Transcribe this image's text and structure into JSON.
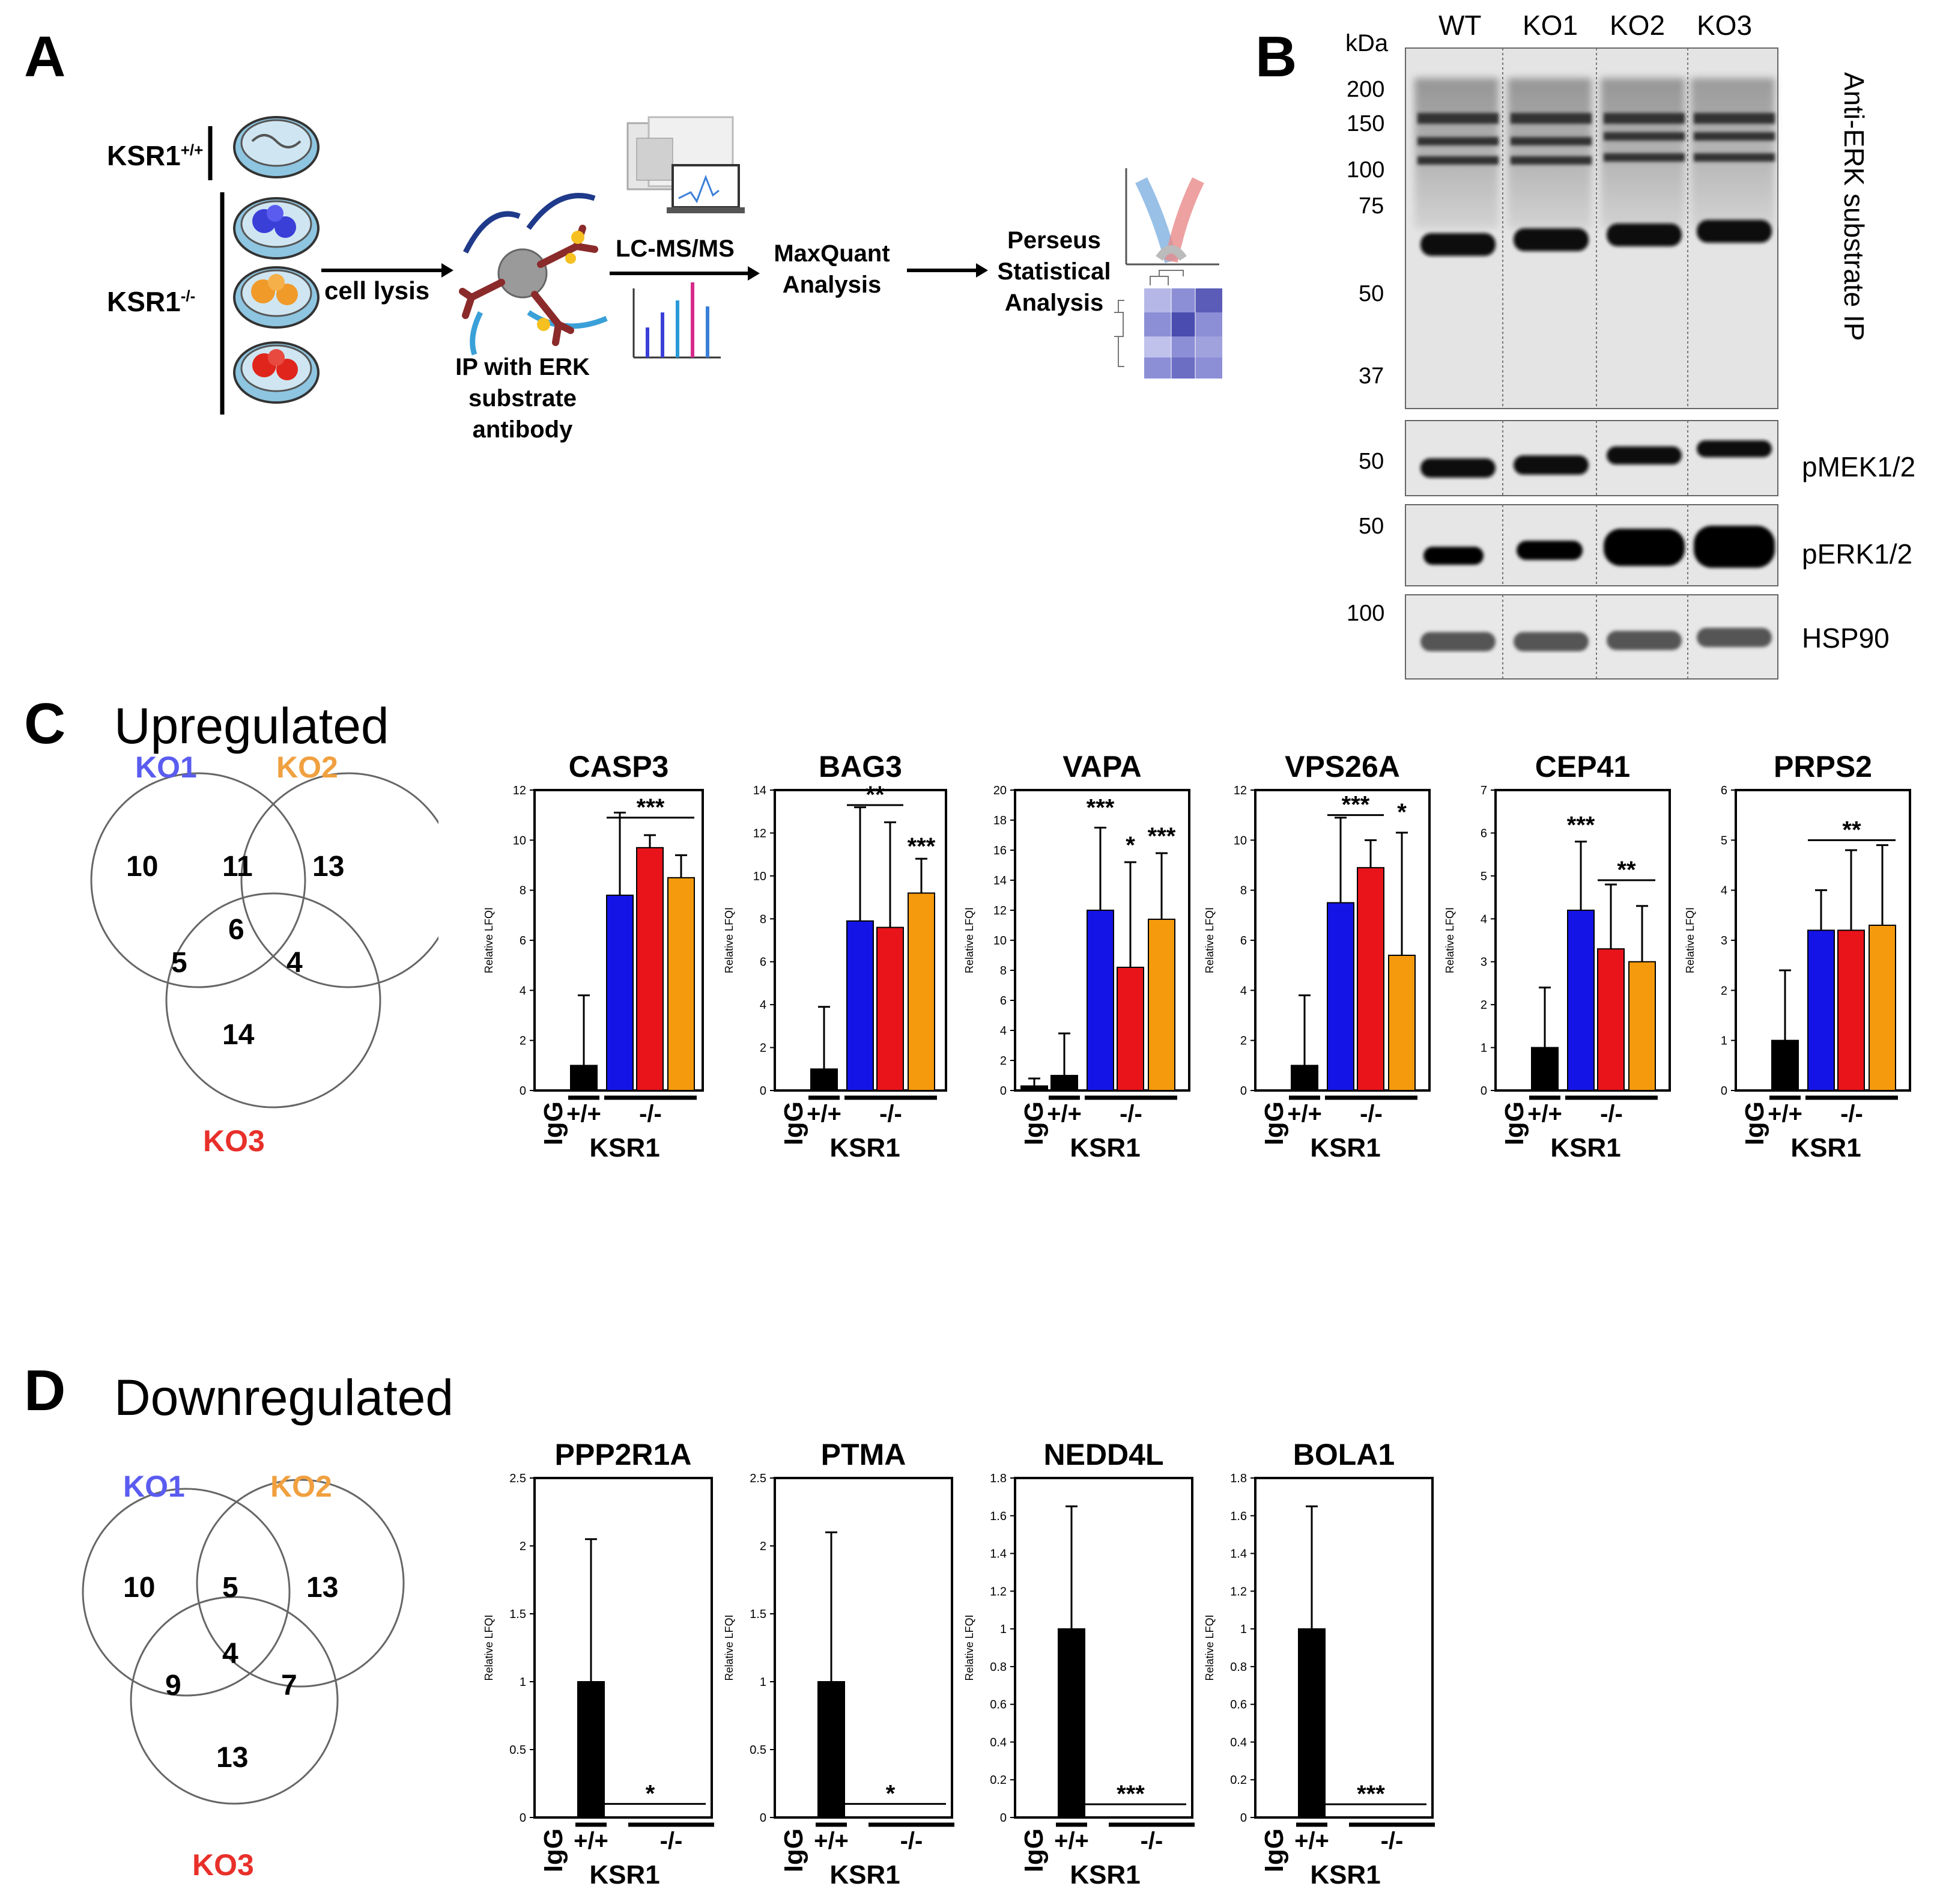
{
  "panels": {
    "A": "A",
    "B": "B",
    "C": "C",
    "D": "D"
  },
  "workflow": {
    "wt_label_main": "KSR1",
    "wt_label_sup": "+/+",
    "ko_label_main": "KSR1",
    "ko_label_sup": "-/-",
    "step_lysis": "cell lysis",
    "step_ip": [
      "IP with ERK",
      "substrate",
      "antibody"
    ],
    "step_lcms": "LC-MS/MS",
    "step_maxquant": [
      "MaxQuant",
      "Analysis"
    ],
    "step_perseus": [
      "Perseus",
      "Statistical",
      "Analysis"
    ],
    "colors": {
      "ko_blue": "#3a3fd8",
      "ko_orange": "#f09a2a",
      "ko_red": "#e0261c",
      "dish": "#8ec5e0"
    }
  },
  "blot": {
    "lanes": [
      "WT",
      "KO1",
      "KO2",
      "KO3"
    ],
    "kda_label": "kDa",
    "ip_markers": [
      "200",
      "150",
      "100",
      "75",
      "50",
      "37"
    ],
    "ip_label": "Anti-ERK substrate IP",
    "strips": [
      {
        "label": "pMEK1/2",
        "marker": "50"
      },
      {
        "label": "pERK1/2",
        "marker": "50"
      },
      {
        "label": "HSP90",
        "marker": "100"
      }
    ]
  },
  "upregulated": {
    "title": "Upregulated",
    "venn": {
      "KO1": "KO1",
      "KO2": "KO2",
      "KO3": "KO3",
      "only1": "10",
      "only2": "13",
      "only3": "14",
      "ab": "11",
      "ac": "5",
      "bc": "4",
      "abc": "6",
      "colors": {
        "KO1": "#5a5cf0",
        "KO2": "#f0a040",
        "KO3": "#e8302a"
      }
    }
  },
  "downregulated": {
    "title": "Downregulated",
    "venn": {
      "KO1": "KO1",
      "KO2": "KO2",
      "KO3": "KO3",
      "only1": "10",
      "only2": "13",
      "only3": "13",
      "ab": "5",
      "ac": "9",
      "bc": "7",
      "abc": "4",
      "colors": {
        "KO1": "#5a5cf0",
        "KO2": "#f0a040",
        "KO3": "#e8302a"
      }
    }
  },
  "chart_data": [
    {
      "type": "bar",
      "title": "CASP3",
      "ylabel": "Relative LFQI",
      "ylim": [
        0,
        12
      ],
      "yticks": [
        "0",
        "2",
        "4",
        "6",
        "8",
        "10",
        "12"
      ],
      "categories": [
        "IgG",
        "+/+",
        "-/-",
        "-/-",
        "-/-"
      ],
      "values": [
        0,
        1.0,
        7.8,
        9.7,
        8.5
      ],
      "errors": [
        0,
        2.8,
        3.3,
        0.5,
        0.9
      ],
      "colors": [
        "#000000",
        "#000000",
        "#1414e6",
        "#e8141a",
        "#f59a0c"
      ],
      "annotations": [
        {
          "text": "***",
          "type": "bracket",
          "from": 2,
          "to": 4,
          "y": 10.9
        }
      ],
      "x_group_labels": {
        "igg": "IgG",
        "wt": "+/+",
        "ko": "-/-",
        "gene": "KSR1"
      }
    },
    {
      "type": "bar",
      "title": "BAG3",
      "ylabel": "Relative LFQI",
      "ylim": [
        0,
        14
      ],
      "yticks": [
        "0",
        "2",
        "4",
        "6",
        "8",
        "10",
        "12",
        "14"
      ],
      "categories": [
        "IgG",
        "+/+",
        "-/-",
        "-/-",
        "-/-"
      ],
      "values": [
        0,
        1.0,
        7.9,
        7.6,
        9.2
      ],
      "errors": [
        0,
        2.9,
        5.3,
        4.9,
        1.6
      ],
      "colors": [
        "#000000",
        "#000000",
        "#1414e6",
        "#e8141a",
        "#f59a0c"
      ],
      "annotations": [
        {
          "text": "**",
          "type": "bracket",
          "from": 2,
          "to": 3,
          "y": 13.3
        },
        {
          "text": "***",
          "type": "single",
          "from": 4,
          "y": 11.0
        }
      ],
      "x_group_labels": {
        "igg": "IgG",
        "wt": "+/+",
        "ko": "-/-",
        "gene": "KSR1"
      }
    },
    {
      "type": "bar",
      "title": "VAPA",
      "ylabel": "Relative LFQI",
      "ylim": [
        0,
        20
      ],
      "yticks": [
        "0",
        "2",
        "4",
        "6",
        "8",
        "10",
        "12",
        "14",
        "16",
        "18",
        "20"
      ],
      "categories": [
        "IgG",
        "+/+",
        "-/-",
        "-/-",
        "-/-"
      ],
      "values": [
        0.3,
        1.0,
        12.0,
        8.2,
        11.4
      ],
      "errors": [
        0.5,
        2.8,
        5.5,
        7.0,
        4.4
      ],
      "colors": [
        "#000000",
        "#000000",
        "#1414e6",
        "#e8141a",
        "#f59a0c"
      ],
      "annotations": [
        {
          "text": "***",
          "type": "single",
          "from": 2,
          "y": 18.3
        },
        {
          "text": "*",
          "type": "single",
          "from": 3,
          "y": 15.8
        },
        {
          "text": "***",
          "type": "single",
          "from": 4,
          "y": 16.4
        }
      ],
      "x_group_labels": {
        "igg": "IgG",
        "wt": "+/+",
        "ko": "-/-",
        "gene": "KSR1"
      }
    },
    {
      "type": "bar",
      "title": "VPS26A",
      "ylabel": "Relative LFQI",
      "ylim": [
        0,
        12
      ],
      "yticks": [
        "0",
        "2",
        "4",
        "6",
        "8",
        "10",
        "12"
      ],
      "categories": [
        "IgG",
        "+/+",
        "-/-",
        "-/-",
        "-/-"
      ],
      "values": [
        0,
        1.0,
        7.5,
        8.9,
        5.4
      ],
      "errors": [
        0,
        2.8,
        3.4,
        1.1,
        4.9
      ],
      "colors": [
        "#000000",
        "#000000",
        "#1414e6",
        "#e8141a",
        "#f59a0c"
      ],
      "annotations": [
        {
          "text": "***",
          "type": "bracket",
          "from": 2,
          "to": 3,
          "y": 11.0
        },
        {
          "text": "*",
          "type": "single",
          "from": 4,
          "y": 10.8
        }
      ],
      "x_group_labels": {
        "igg": "IgG",
        "wt": "+/+",
        "ko": "-/-",
        "gene": "KSR1"
      }
    },
    {
      "type": "bar",
      "title": "CEP41",
      "ylabel": "Relative LFQI",
      "ylim": [
        0,
        7
      ],
      "yticks": [
        "0",
        "1",
        "2",
        "3",
        "4",
        "5",
        "6",
        "7"
      ],
      "categories": [
        "IgG",
        "+/+",
        "-/-",
        "-/-",
        "-/-"
      ],
      "values": [
        0,
        1.0,
        4.2,
        3.3,
        3.0
      ],
      "errors": [
        0,
        1.4,
        1.6,
        1.5,
        1.3
      ],
      "colors": [
        "#000000",
        "#000000",
        "#1414e6",
        "#e8141a",
        "#f59a0c"
      ],
      "annotations": [
        {
          "text": "***",
          "type": "single",
          "from": 2,
          "y": 6.0
        },
        {
          "text": "**",
          "type": "bracket",
          "from": 3,
          "to": 4,
          "y": 4.9
        }
      ],
      "x_group_labels": {
        "igg": "IgG",
        "wt": "+/+",
        "ko": "-/-",
        "gene": "KSR1"
      }
    },
    {
      "type": "bar",
      "title": "PRPS2",
      "ylabel": "Relative LFQI",
      "ylim": [
        0,
        6
      ],
      "yticks": [
        "0",
        "1",
        "2",
        "3",
        "4",
        "5",
        "6"
      ],
      "categories": [
        "IgG",
        "+/+",
        "-/-",
        "-/-",
        "-/-"
      ],
      "values": [
        0,
        1.0,
        3.2,
        3.2,
        3.3
      ],
      "errors": [
        0,
        1.4,
        0.8,
        1.6,
        1.6
      ],
      "colors": [
        "#000000",
        "#000000",
        "#1414e6",
        "#e8141a",
        "#f59a0c"
      ],
      "annotations": [
        {
          "text": "**",
          "type": "bracket",
          "from": 2,
          "to": 4,
          "y": 5.0
        }
      ],
      "x_group_labels": {
        "igg": "IgG",
        "wt": "+/+",
        "ko": "-/-",
        "gene": "KSR1"
      }
    },
    {
      "type": "bar",
      "title": "PPP2R1A",
      "ylabel": "Relative LFQI",
      "ylim": [
        0,
        2.5
      ],
      "yticks": [
        "0",
        "0.5",
        "1",
        "1.5",
        "2",
        "2.5"
      ],
      "categories": [
        "IgG",
        "+/+",
        "-/-"
      ],
      "values": [
        0,
        1.0,
        0
      ],
      "errors": [
        0,
        1.05,
        0
      ],
      "colors": [
        "#000000",
        "#000000",
        "#000000"
      ],
      "annotations": [
        {
          "text": "*",
          "type": "bracket",
          "from": 2,
          "to": 2,
          "y": 0.1
        }
      ],
      "x_group_labels": {
        "igg": "IgG",
        "wt": "+/+",
        "ko": "-/-",
        "gene": "KSR1"
      }
    },
    {
      "type": "bar",
      "title": "PTMA",
      "ylabel": "Relative LFQI",
      "ylim": [
        0,
        2.5
      ],
      "yticks": [
        "0",
        "0.5",
        "1",
        "1.5",
        "2",
        "2.5"
      ],
      "categories": [
        "IgG",
        "+/+",
        "-/-"
      ],
      "values": [
        0,
        1.0,
        0
      ],
      "errors": [
        0,
        1.1,
        0
      ],
      "colors": [
        "#000000",
        "#000000",
        "#000000"
      ],
      "annotations": [
        {
          "text": "*",
          "type": "bracket",
          "from": 2,
          "to": 2,
          "y": 0.1
        }
      ],
      "x_group_labels": {
        "igg": "IgG",
        "wt": "+/+",
        "ko": "-/-",
        "gene": "KSR1"
      }
    },
    {
      "type": "bar",
      "title": "NEDD4L",
      "ylabel": "Relative LFQI",
      "ylim": [
        0,
        1.8
      ],
      "yticks": [
        "0",
        "0.2",
        "0.4",
        "0.6",
        "0.8",
        "1",
        "1.2",
        "1.4",
        "1.6",
        "1.8"
      ],
      "categories": [
        "IgG",
        "+/+",
        "-/-"
      ],
      "values": [
        0,
        1.0,
        0
      ],
      "errors": [
        0,
        0.65,
        0
      ],
      "colors": [
        "#000000",
        "#000000",
        "#000000"
      ],
      "annotations": [
        {
          "text": "***",
          "type": "bracket",
          "from": 2,
          "to": 2,
          "y": 0.07
        }
      ],
      "x_group_labels": {
        "igg": "IgG",
        "wt": "+/+",
        "ko": "-/-",
        "gene": "KSR1"
      }
    },
    {
      "type": "bar",
      "title": "BOLA1",
      "ylabel": "Relative LFQI",
      "ylim": [
        0,
        1.8
      ],
      "yticks": [
        "0",
        "0.2",
        "0.4",
        "0.6",
        "0.8",
        "1",
        "1.2",
        "1.4",
        "1.6",
        "1.8"
      ],
      "categories": [
        "IgG",
        "+/+",
        "-/-"
      ],
      "values": [
        0,
        1.0,
        0
      ],
      "errors": [
        0,
        0.65,
        0
      ],
      "colors": [
        "#000000",
        "#000000",
        "#000000"
      ],
      "annotations": [
        {
          "text": "***",
          "type": "bracket",
          "from": 2,
          "to": 2,
          "y": 0.07
        }
      ],
      "x_group_labels": {
        "igg": "IgG",
        "wt": "+/+",
        "ko": "-/-",
        "gene": "KSR1"
      }
    }
  ]
}
